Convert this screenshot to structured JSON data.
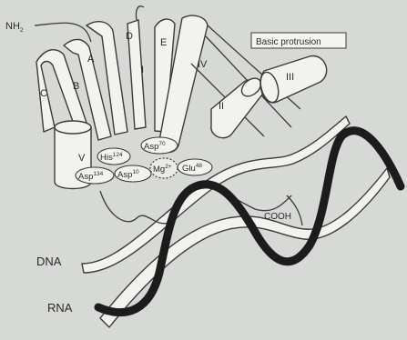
{
  "labels": {
    "n_terminus": "NH",
    "n_terminus_sub": "2",
    "c_terminus": "COOH",
    "basic_protrusion": "Basic protrusion",
    "dna": "DNA",
    "rna": "RNA",
    "strands": [
      "A",
      "B",
      "C",
      "D",
      "E",
      "V"
    ],
    "helices": [
      "I",
      "II",
      "III",
      "IV"
    ],
    "active_site": [
      {
        "name": "His",
        "number": "124"
      },
      {
        "name": "Asp",
        "number": "70"
      },
      {
        "name": "Asp",
        "number": "134"
      },
      {
        "name": "Asp",
        "number": "10"
      },
      {
        "name": "Mg",
        "number": "2+"
      },
      {
        "name": "Glu",
        "number": "48"
      }
    ]
  },
  "colors": {
    "background": "#d6d9d5",
    "ribbon_fill": "#f2f2ee",
    "outline": "#3a3a3a",
    "rna_strand": "#1c1c1c"
  }
}
